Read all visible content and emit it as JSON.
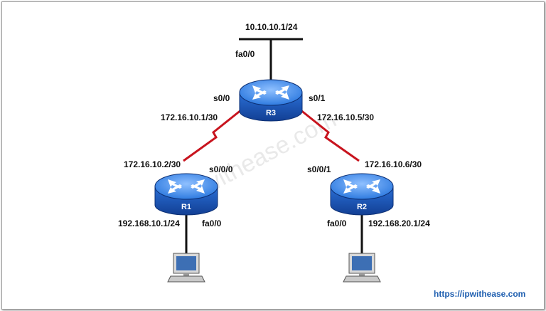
{
  "watermark": "ipwithease.com",
  "credit": "https://ipwithease.com",
  "routers": {
    "r3": {
      "name": "R3"
    },
    "r1": {
      "name": "R1"
    },
    "r2": {
      "name": "R2"
    }
  },
  "labels": {
    "lan_r3_ip": "10.10.10.1/24",
    "r3_fa": "fa0/0",
    "r3_s00": "s0/0",
    "r3_s01": "s0/1",
    "r3_link1_ip": "172.16.10.1/30",
    "r3_link2_ip": "172.16.10.5/30",
    "r1_serial_ip": "172.16.10.2/30",
    "r1_serial": "s0/0/0",
    "r2_serial": "s0/0/1",
    "r2_serial_ip": "172.16.10.6/30",
    "r1_lan_ip": "192.168.10.1/24",
    "r1_fa": "fa0/0",
    "r2_fa": "fa0/0",
    "r2_lan_ip": "192.168.20.1/24"
  },
  "colors": {
    "serial_link": "#c8141e",
    "router_top": "#4a90e8",
    "router_body": "#1e5fc8",
    "ethernet": "#111111"
  }
}
